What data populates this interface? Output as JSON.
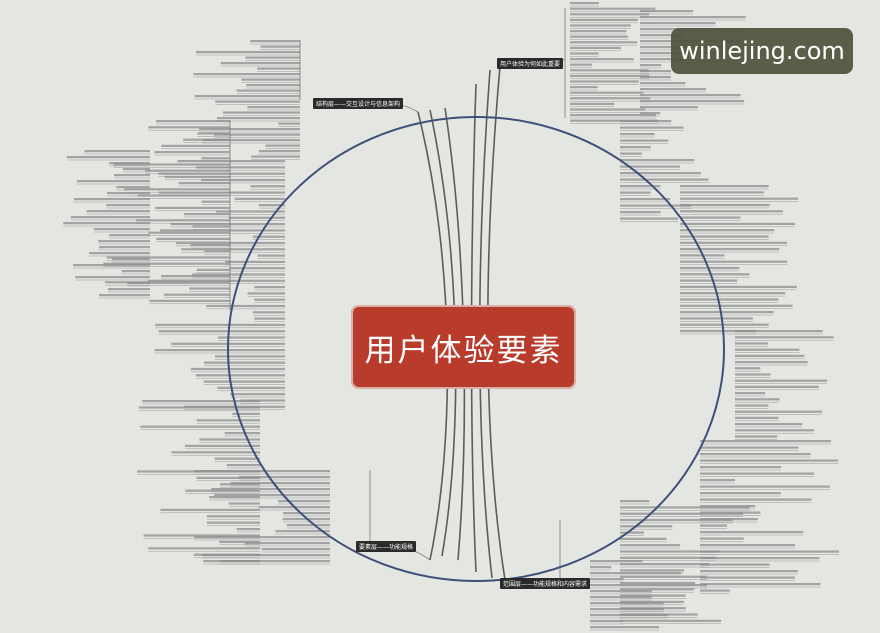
{
  "center": {
    "title": "用户体验要素"
  },
  "watermark": {
    "text": "winlejing.com"
  },
  "branches": {
    "top_right": "用户体验为何如此重要",
    "top_left": "结构层——交互设计与信息架构",
    "bottom_left": "要素层——功能规格",
    "bottom_right": "范围层——功能规格和内容需求"
  },
  "colors": {
    "background": "#e4e6e2",
    "center_box": "#b83b2c",
    "ellipse_stroke": "#3e4f7a",
    "line": "#6f6f6f"
  }
}
